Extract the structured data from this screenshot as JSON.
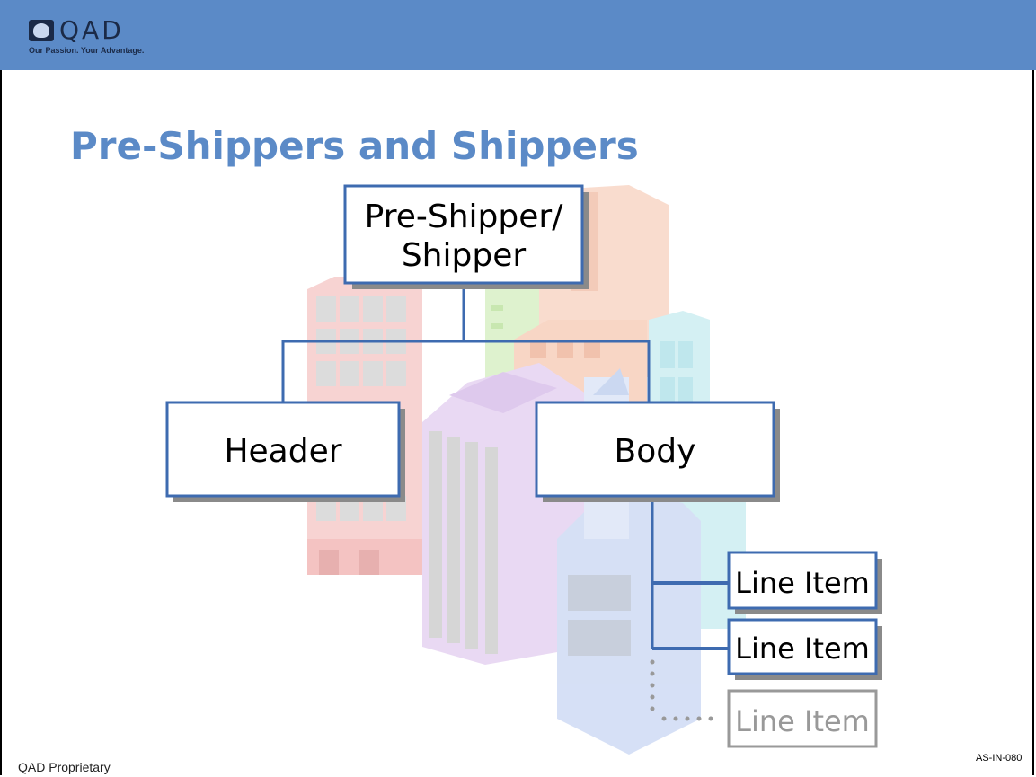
{
  "header": {
    "logo_name": "QAD",
    "logo_tagline": "Our Passion. Your Advantage.",
    "banner_color": "#5b8ac7"
  },
  "slide": {
    "title": "Pre-Shippers and Shippers"
  },
  "diagram": {
    "root": {
      "line1": "Pre-Shipper/",
      "line2": "Shipper"
    },
    "children": [
      "Header",
      "Body"
    ],
    "body_children": [
      "Line Item",
      "Line Item",
      "Line Item"
    ],
    "connector_color": "#3e6bb0",
    "faded_item_color": "#999999"
  },
  "footer": {
    "left": "QAD Proprietary",
    "right": "AS-IN-080"
  }
}
